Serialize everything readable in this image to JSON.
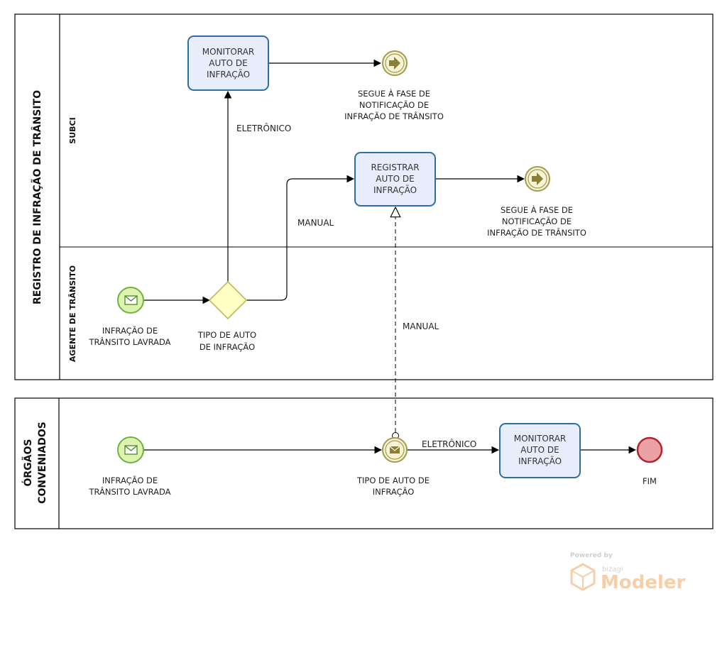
{
  "pools": {
    "registro": {
      "label": "REGISTRO DE INFRAÇÃO DE TRÂNSITO"
    },
    "orgaos": {
      "label_line1": "ÓRGÃOS",
      "label_line2": "CONVENIADOS"
    }
  },
  "lanes": {
    "subci": "SUBCI",
    "agente": "AGENTE DE TRÂNSITO"
  },
  "tasks": {
    "monitorar_top": [
      "MONITORAR",
      "AUTO DE",
      "INFRAÇÃO"
    ],
    "registrar": [
      "REGISTRAR",
      "AUTO DE",
      "INFRAÇÃO"
    ],
    "monitorar_bottom": [
      "MONITORAR",
      "AUTO DE",
      "INFRAÇÃO"
    ]
  },
  "events": {
    "link_end_1": [
      "SEGUE À FASE DE",
      "NOTIFICAÇÃO DE",
      "INFRAÇÃO DE TRÂNSITO"
    ],
    "link_end_2": [
      "SEGUE À FASE DE",
      "NOTIFICAÇÃO DE",
      "INFRAÇÃO DE TRÂNSITO"
    ],
    "start_agente": [
      "INFRAÇÃO DE",
      "TRÂNSITO LAVRADA"
    ],
    "start_orgaos": [
      "INFRAÇÃO DE",
      "TRÂNSITO LAVRADA"
    ],
    "intermediate": [
      "TIPO DE AUTO DE",
      "INFRAÇÃO"
    ],
    "end_fim": "FIM"
  },
  "gateway": {
    "label": [
      "TIPO DE AUTO",
      "DE INFRAÇÃO"
    ]
  },
  "flows": {
    "eletronico_top": "ELETRÔNICO",
    "manual_top": "MANUAL",
    "manual_msg": "MANUAL",
    "eletronico_bottom": "ELETRÔNICO"
  },
  "watermark": {
    "powered": "Powered by",
    "brand": "bizagi",
    "product": "Modeler"
  },
  "colors": {
    "task_fill": "#e8edfb",
    "task_stroke": "#2d6fa3",
    "start_fill": "#dff3b0",
    "start_stroke": "#6db33f",
    "link_fill": "#f7f3d6",
    "link_stroke": "#a59b4d",
    "gateway_fill": "#ffffc6",
    "gateway_stroke": "#b8b24a",
    "end_fill": "#eba2a6",
    "end_stroke": "#b22330"
  }
}
